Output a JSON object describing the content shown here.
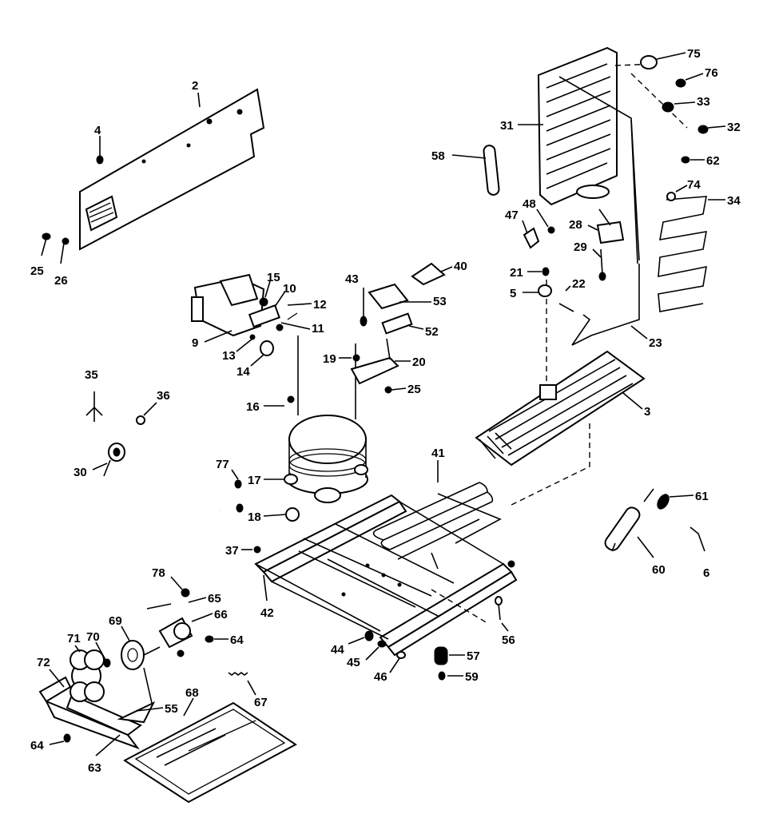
{
  "diagram": {
    "type": "exploded-parts-view",
    "labels": [
      "2",
      "4",
      "25",
      "26",
      "15",
      "10",
      "12",
      "11",
      "9",
      "13",
      "14",
      "43",
      "53",
      "40",
      "52",
      "19",
      "20",
      "25",
      "35",
      "36",
      "30",
      "16",
      "77",
      "17",
      "18",
      "37",
      "42",
      "41",
      "78",
      "65",
      "66",
      "64",
      "69",
      "70",
      "71",
      "72",
      "55",
      "68",
      "67",
      "64",
      "63",
      "44",
      "45",
      "46",
      "57",
      "59",
      "56",
      "60",
      "61",
      "6",
      "3",
      "23",
      "22",
      "5",
      "21",
      "29",
      "28",
      "47",
      "48",
      "58",
      "31",
      "75",
      "76",
      "33",
      "32",
      "62",
      "74",
      "34"
    ]
  }
}
